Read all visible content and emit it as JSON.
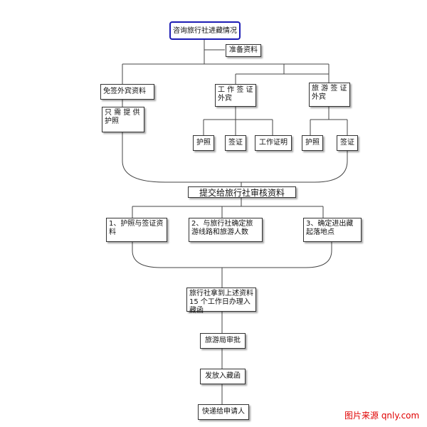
{
  "title": "咨询旅行社进藏情况",
  "prepare": "准备资料",
  "visa_free": "免签外宾资料",
  "passport_only": "只 需 提 供 护照",
  "work_visa": "工 作 签 证 外宾",
  "tour_visa": "旅 游 签 证 外宾",
  "work_docs": [
    "护照",
    "签证",
    "工作证明"
  ],
  "tour_docs": [
    "护照",
    "签证"
  ],
  "submit": "提交给旅行社审核资料",
  "steps": [
    "1、护照与签证资料",
    "2、与旅行社确定旅游线路和旅游人数",
    "3、确定进出藏起落地点"
  ],
  "agency_text": "旅行社拿到上述资料 15 个工作日办理入藏函",
  "approval": "旅游局审批",
  "issue": "发放入藏函",
  "deliver": "快递给申请人",
  "watermark": "图片来源 qnly.com",
  "colors": {
    "title_border": "#1c1cb4",
    "watermark": "#e00000"
  }
}
